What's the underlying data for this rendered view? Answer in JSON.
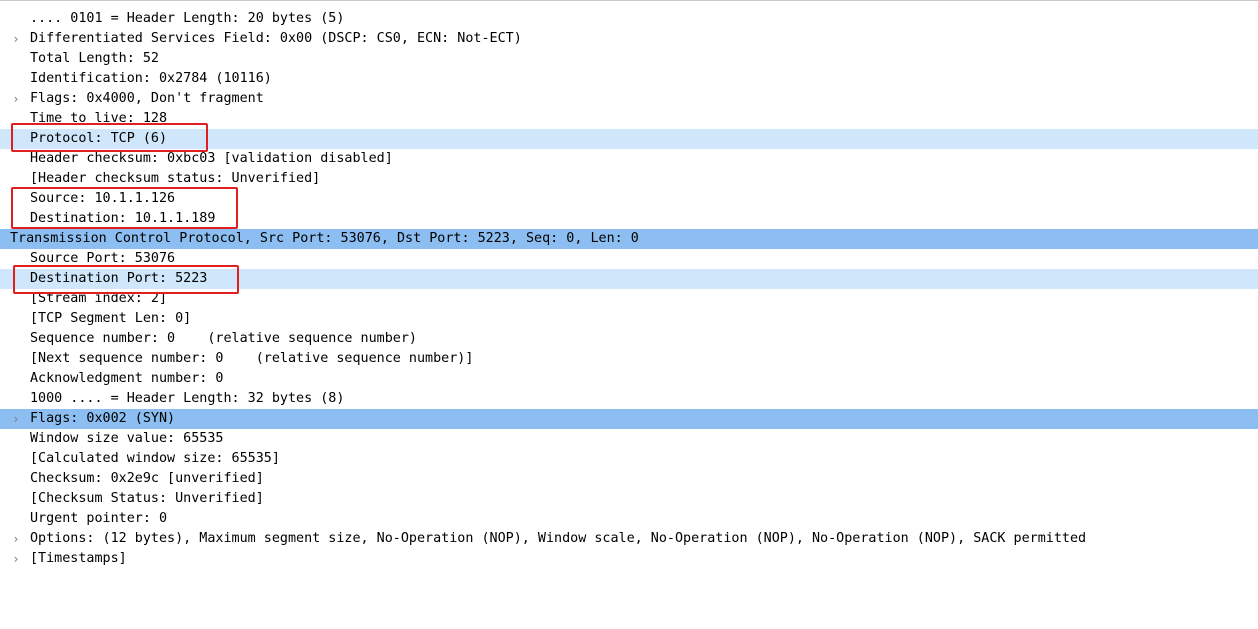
{
  "annotation_color": "#e02020",
  "highlight_light": "#cfe6fb",
  "highlight_dark": "#8dbef1",
  "expander_icon": "chevron-right-icon",
  "rows": [
    {
      "text": ".... 0101 = Header Length: 20 bytes (5)"
    },
    {
      "text": "Differentiated Services Field: 0x00 (DSCP: CS0, ECN: Not-ECT)"
    },
    {
      "text": "Total Length: 52"
    },
    {
      "text": "Identification: 0x2784 (10116)"
    },
    {
      "text": "Flags: 0x4000, Don't fragment"
    },
    {
      "text": "Time to live: 128"
    },
    {
      "text": "Protocol: TCP (6)"
    },
    {
      "text": "Header checksum: 0xbc03 [validation disabled]"
    },
    {
      "text": "[Header checksum status: Unverified]"
    },
    {
      "text": "Source: 10.1.1.126"
    },
    {
      "text": "Destination: 10.1.1.189"
    },
    {
      "text": "Transmission Control Protocol, Src Port: 53076, Dst Port: 5223, Seq: 0, Len: 0"
    },
    {
      "text": "Source Port: 53076"
    },
    {
      "text": "Destination Port: 5223"
    },
    {
      "text": "[Stream index: 2]"
    },
    {
      "text": "[TCP Segment Len: 0]"
    },
    {
      "text": "Sequence number: 0    (relative sequence number)"
    },
    {
      "text": "[Next sequence number: 0    (relative sequence number)]"
    },
    {
      "text": "Acknowledgment number: 0"
    },
    {
      "text": "1000 .... = Header Length: 32 bytes (8)"
    },
    {
      "text": "Flags: 0x002 (SYN)"
    },
    {
      "text": "Window size value: 65535"
    },
    {
      "text": "[Calculated window size: 65535]"
    },
    {
      "text": "Checksum: 0x2e9c [unverified]"
    },
    {
      "text": "[Checksum Status: Unverified]"
    },
    {
      "text": "Urgent pointer: 0"
    },
    {
      "text": "Options: (12 bytes), Maximum segment size, No-Operation (NOP), Window scale, No-Operation (NOP), No-Operation (NOP), SACK permitted"
    },
    {
      "text": "[Timestamps]"
    }
  ]
}
